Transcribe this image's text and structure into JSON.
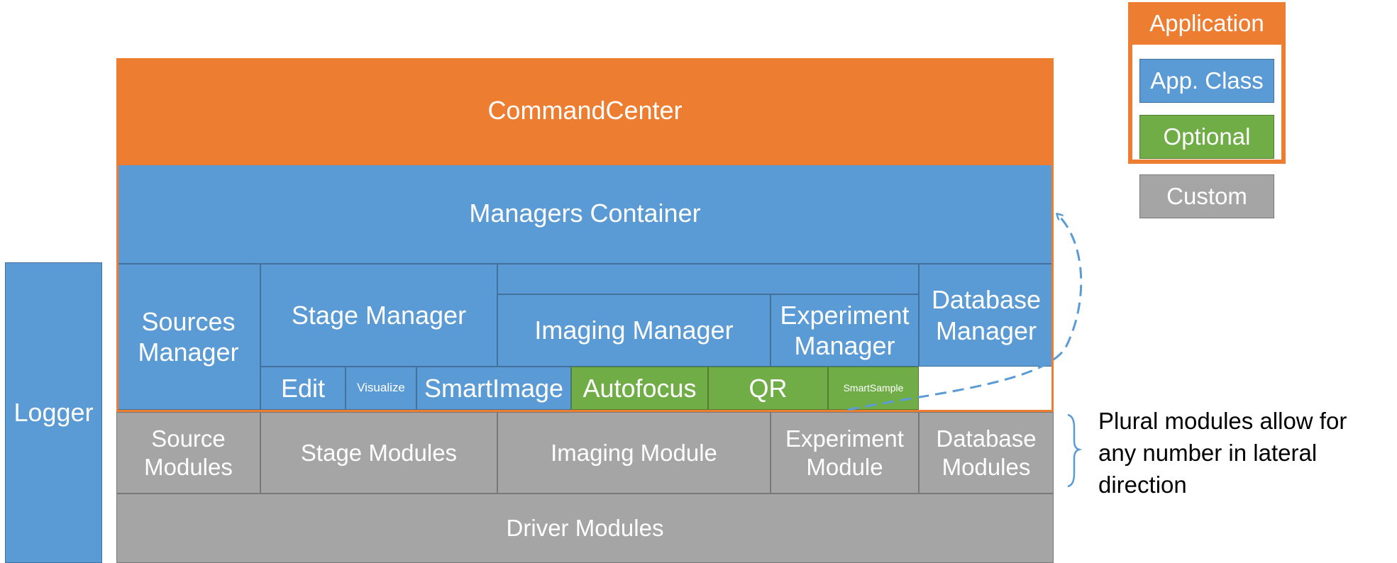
{
  "colors": {
    "application": "#ed7d31",
    "app_class": "#5b9bd5",
    "optional": "#70ad47",
    "custom": "#a5a5a5"
  },
  "diagram": {
    "logger": "Logger",
    "command_center": "CommandCenter",
    "managers_container": "Managers Container",
    "managers": {
      "sources": "Sources\nManager",
      "stage": "Stage Manager",
      "imaging": "Imaging Manager",
      "experiment": "Experiment\nManager",
      "database": "Database\nManager"
    },
    "components": {
      "edit": "Edit",
      "visualize": "Visualize",
      "smart_image": "SmartImage",
      "autofocus": "Autofocus",
      "qr": "QR",
      "smart_sample": "SmartSample"
    },
    "modules": {
      "source": "Source\nModules",
      "stage": "Stage Modules",
      "imaging": "Imaging Module",
      "experiment": "Experiment\nModule",
      "database": "Database\nModules",
      "driver": "Driver Modules"
    },
    "note": "Plural modules allow for\nany number in lateral\ndirection"
  },
  "legend": {
    "application": "Application",
    "app_class": "App. Class",
    "optional": "Optional",
    "custom": "Custom"
  }
}
